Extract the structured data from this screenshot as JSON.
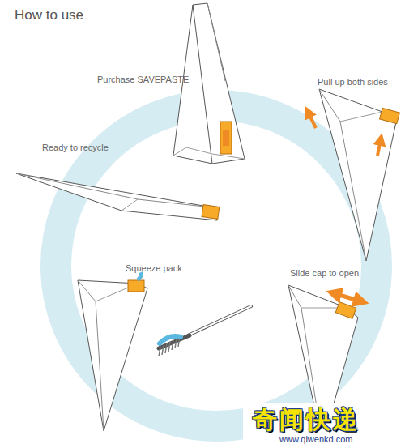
{
  "diagram": {
    "title": "How to use",
    "labels": [
      "Purchase SAVEPASTE",
      "Pull up both sides",
      "Ready to recycle",
      "Squeeze pack",
      "Slide cap to open",
      "奇闻快递",
      "www.qiwenkd.com"
    ]
  }
}
